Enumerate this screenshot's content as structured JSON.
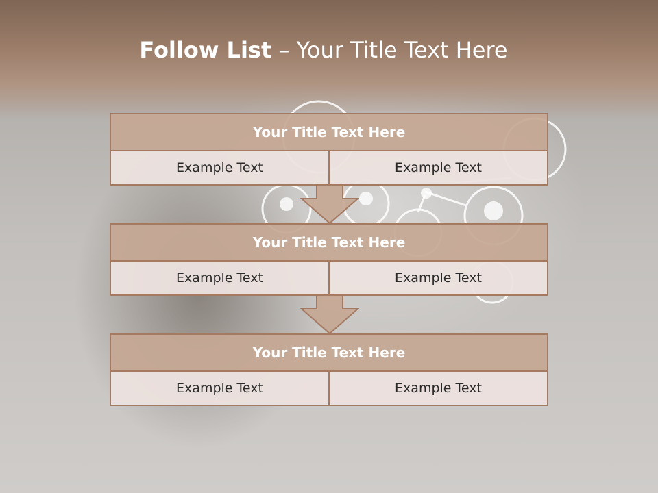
{
  "slide": {
    "title_bold": "Follow List",
    "title_rest": "– Your Title Text Here"
  },
  "blocks": [
    {
      "title": "Your Title Text Here",
      "left": "Example Text",
      "right": "Example Text"
    },
    {
      "title": "Your Title Text Here",
      "left": "Example Text",
      "right": "Example Text"
    },
    {
      "title": "Your Title Text Here",
      "left": "Example Text",
      "right": "Example Text"
    }
  ],
  "colors": {
    "header_fill": "#C6A894",
    "border": "#A57A62",
    "cell_fill": "#ECE2DE",
    "top_band": "#8F715E"
  }
}
